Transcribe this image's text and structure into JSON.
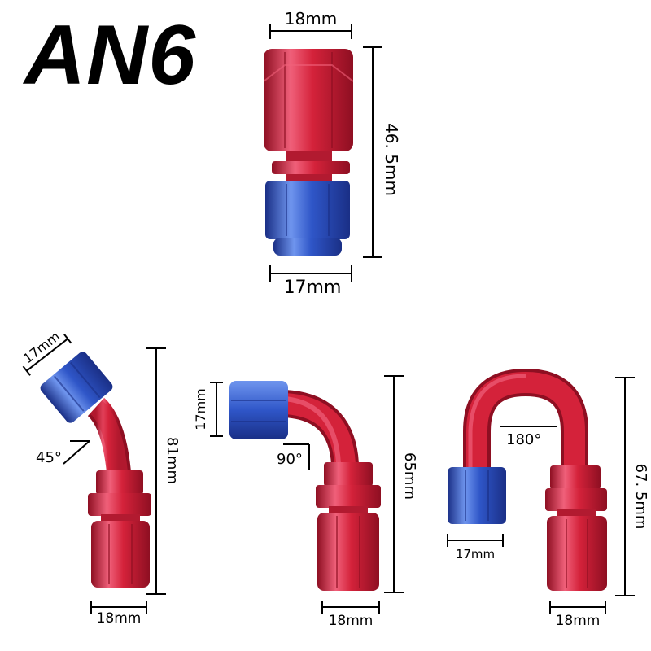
{
  "title": "AN6",
  "colors": {
    "red": "#d4223a",
    "red_dark": "#8e0f22",
    "red_light": "#f0607a",
    "blue": "#2f56c8",
    "blue_dark": "#1a2f86",
    "blue_light": "#6f95ee",
    "line": "#000000"
  },
  "straight": {
    "top_width": "18mm",
    "height": "46. 5mm",
    "bottom_width": "17mm"
  },
  "angle45": {
    "nut_width": "17mm",
    "angle": "45°",
    "height": "81mm",
    "bottom_width": "18mm"
  },
  "angle90": {
    "nut_width": "17mm",
    "angle": "90°",
    "height": "65mm",
    "bottom_width": "18mm"
  },
  "angle180": {
    "angle": "180°",
    "nut_width": "17mm",
    "height": "67. 5mm",
    "bottom_width": "18mm"
  }
}
